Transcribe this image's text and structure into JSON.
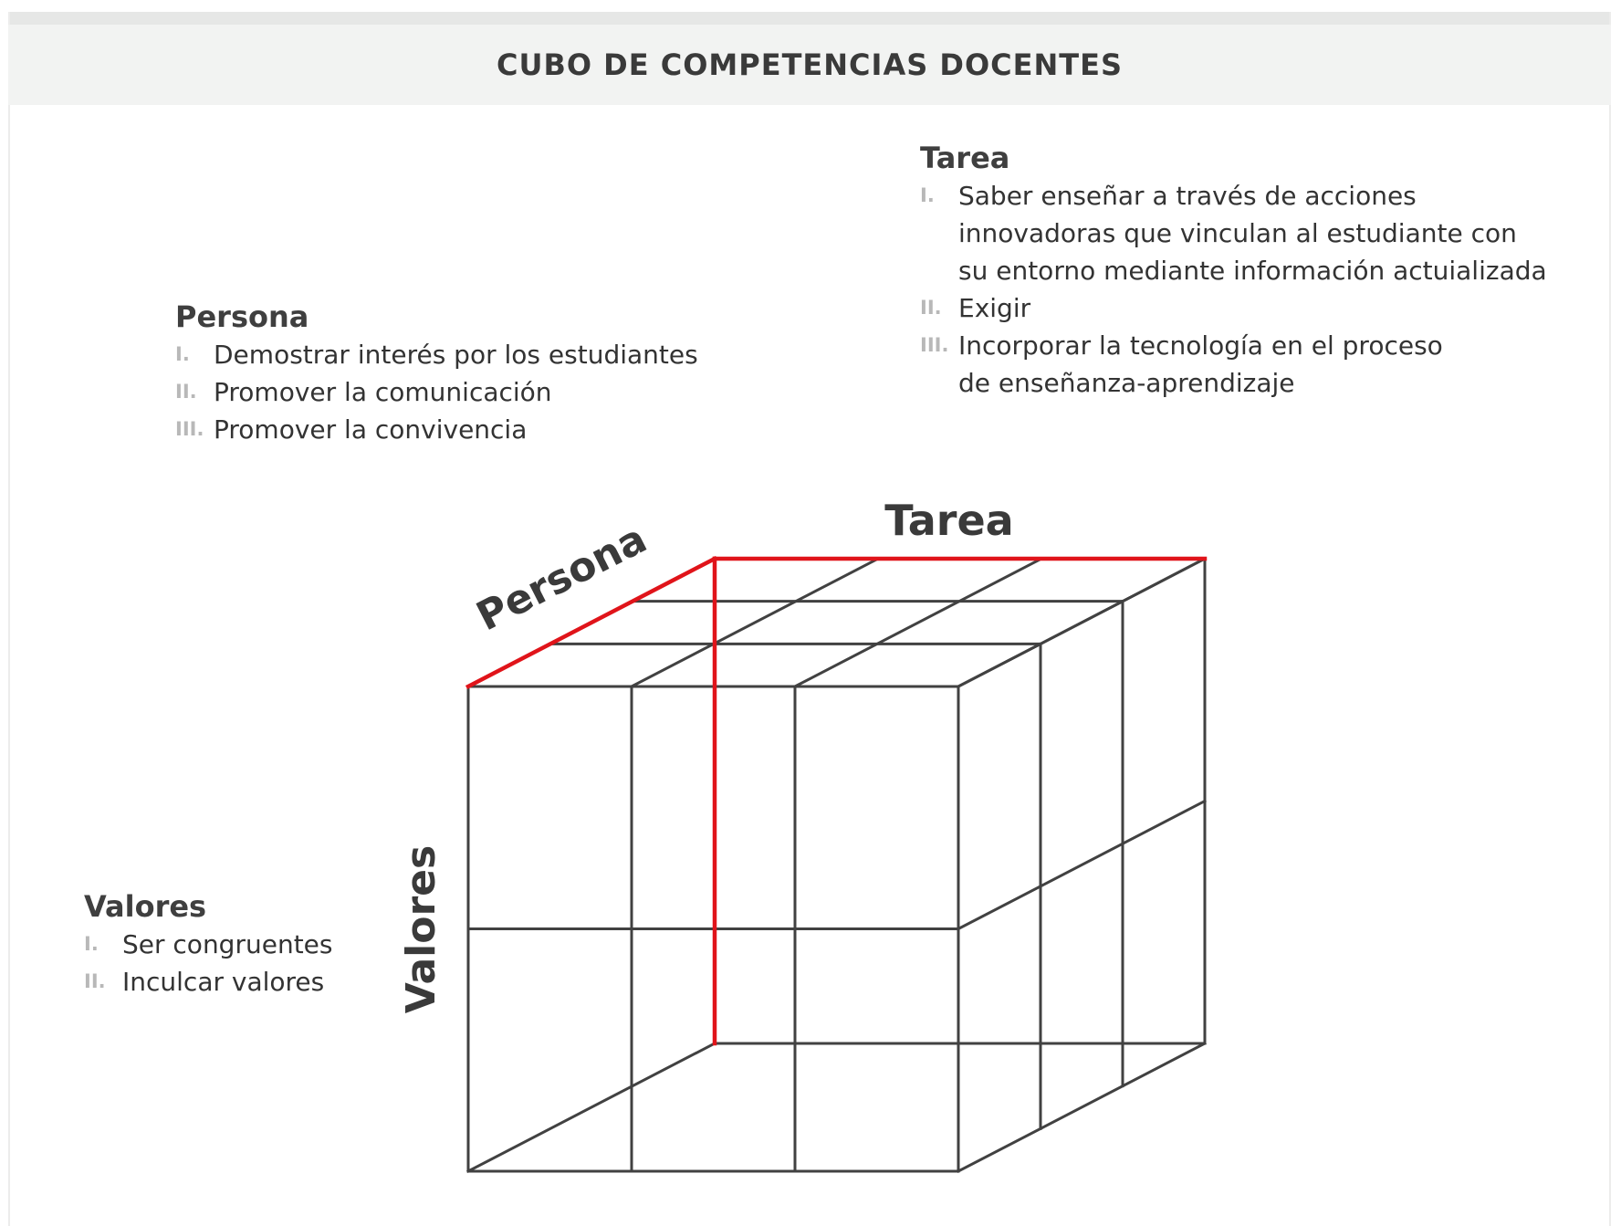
{
  "header": {
    "title": "CUBO DE COMPETENCIAS DOCENTES"
  },
  "blocks": {
    "persona": {
      "title": "Persona",
      "items": [
        {
          "numeral": "I.",
          "text": "Demostrar interés por los estudiantes"
        },
        {
          "numeral": "II.",
          "text": "Promover la comunicación"
        },
        {
          "numeral": "III.",
          "text": "Promover la convivencia"
        }
      ]
    },
    "tarea": {
      "title": "Tarea",
      "items": [
        {
          "numeral": "I.",
          "text": "Saber enseñar a través de acciones\ninnovadoras que vinculan al estudiante con\nsu entorno mediante información actuializada"
        },
        {
          "numeral": "II.",
          "text": "Exigir"
        },
        {
          "numeral": "III.",
          "text": "Incorporar la tecnología en el proceso\nde enseñanza-aprendizaje"
        }
      ]
    },
    "valores": {
      "title": "Valores",
      "items": [
        {
          "numeral": "I.",
          "text": "Ser congruentes"
        },
        {
          "numeral": "II.",
          "text": "Inculcar valores"
        }
      ]
    }
  },
  "cube": {
    "axis_labels": {
      "tarea": "Tarea",
      "persona": "Persona",
      "valores": "Valores"
    },
    "divisions": {
      "tarea": 3,
      "persona": 3,
      "valores": 2
    },
    "colors": {
      "grid": "#414141",
      "highlight": "#e0141a"
    }
  }
}
